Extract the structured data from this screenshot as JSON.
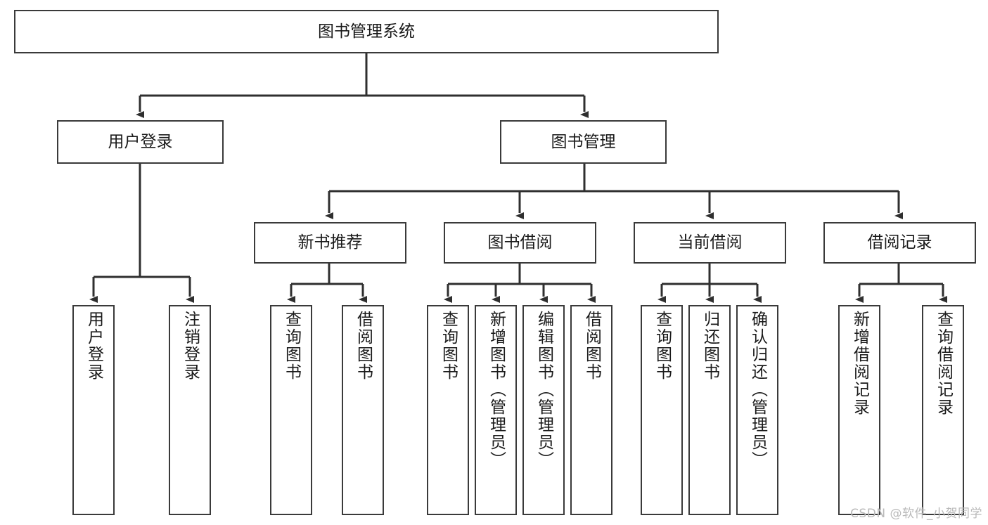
{
  "diagram": {
    "title": "图书管理系统",
    "type": "hierarchy-tree",
    "watermark": "CSDN @软件_小贺同学",
    "colors": {
      "border": "#3a3a3a",
      "background": "#ffffff",
      "text": "#1a1a1a",
      "connector": "#2f2f2f",
      "watermark": "#b9b9b9"
    },
    "levels": {
      "root": [
        "图书管理系统"
      ],
      "level2": [
        "用户登录",
        "图书管理"
      ],
      "level3": [
        "新书推荐",
        "图书借阅",
        "当前借阅",
        "借阅记录"
      ],
      "leaves": [
        "用户登录",
        "注销登录",
        "查询图书",
        "借阅图书",
        "查询图书",
        "新增图书（管理员）",
        "编辑图书（管理员）",
        "借阅图书",
        "查询图书",
        "归还图书",
        "确认归还（管理员）",
        "新增借阅记录",
        "查询借阅记录"
      ]
    },
    "nodes": {
      "root": {
        "label": "图书管理系统"
      },
      "user_login": {
        "label": "用户登录"
      },
      "book_manage": {
        "label": "图书管理"
      },
      "new_book_rec": {
        "label": "新书推荐"
      },
      "book_borrow": {
        "label": "图书借阅"
      },
      "current_borrow": {
        "label": "当前借阅"
      },
      "borrow_record": {
        "label": "借阅记录"
      },
      "leaf_user_login": {
        "label": "用户登录"
      },
      "leaf_logout": {
        "label": "注销登录"
      },
      "leaf_query_book_1": {
        "label": "查询图书"
      },
      "leaf_borrow_book_1": {
        "label": "借阅图书"
      },
      "leaf_query_book_2": {
        "label": "查询图书"
      },
      "leaf_add_book": {
        "label": "新增图书（管理员）"
      },
      "leaf_edit_book": {
        "label": "编辑图书（管理员）"
      },
      "leaf_borrow_book_2": {
        "label": "借阅图书"
      },
      "leaf_query_book_3": {
        "label": "查询图书"
      },
      "leaf_return_book": {
        "label": "归还图书"
      },
      "leaf_confirm_return": {
        "label": "确认归还（管理员）"
      },
      "leaf_add_record": {
        "label": "新增借阅记录"
      },
      "leaf_query_record": {
        "label": "查询借阅记录"
      }
    },
    "edges": [
      {
        "from": "root",
        "to": "user_login"
      },
      {
        "from": "root",
        "to": "book_manage"
      },
      {
        "from": "user_login",
        "to": "leaf_user_login"
      },
      {
        "from": "user_login",
        "to": "leaf_logout"
      },
      {
        "from": "book_manage",
        "to": "new_book_rec"
      },
      {
        "from": "book_manage",
        "to": "book_borrow"
      },
      {
        "from": "book_manage",
        "to": "current_borrow"
      },
      {
        "from": "book_manage",
        "to": "borrow_record"
      },
      {
        "from": "new_book_rec",
        "to": "leaf_query_book_1"
      },
      {
        "from": "new_book_rec",
        "to": "leaf_borrow_book_1"
      },
      {
        "from": "book_borrow",
        "to": "leaf_query_book_2"
      },
      {
        "from": "book_borrow",
        "to": "leaf_add_book"
      },
      {
        "from": "book_borrow",
        "to": "leaf_edit_book"
      },
      {
        "from": "book_borrow",
        "to": "leaf_borrow_book_2"
      },
      {
        "from": "current_borrow",
        "to": "leaf_query_book_3"
      },
      {
        "from": "current_borrow",
        "to": "leaf_return_book"
      },
      {
        "from": "current_borrow",
        "to": "leaf_confirm_return"
      },
      {
        "from": "borrow_record",
        "to": "leaf_add_record"
      },
      {
        "from": "borrow_record",
        "to": "leaf_query_record"
      }
    ]
  }
}
